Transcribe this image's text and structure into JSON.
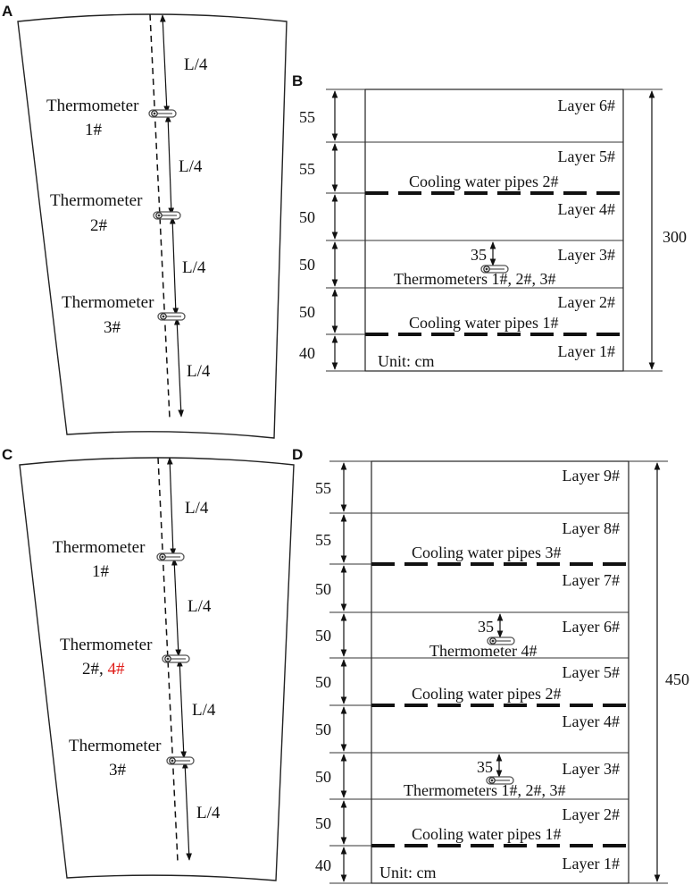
{
  "panels": {
    "A": {
      "letter": "A",
      "segment_labels": [
        "L/4",
        "L/4",
        "L/4",
        "L/4"
      ],
      "thermometers": [
        {
          "name": "Thermometer",
          "id": "1#"
        },
        {
          "name": "Thermometer",
          "id": "2#"
        },
        {
          "name": "Thermometer",
          "id": "3#"
        }
      ]
    },
    "B": {
      "letter": "B",
      "layers": [
        "Layer 6#",
        "Layer 5#",
        "Layer 4#",
        "Layer 3#",
        "Layer 2#",
        "Layer 1#"
      ],
      "dims": [
        "55",
        "55",
        "50",
        "50",
        "50",
        "40"
      ],
      "total": "300",
      "pipes": [
        "Cooling water pipes 2#",
        "Cooling water pipes 1#"
      ],
      "thermometer_offset": "35",
      "thermometer_label": "Thermometers 1#, 2#, 3#",
      "unit": "Unit: cm"
    },
    "C": {
      "letter": "C",
      "segment_labels": [
        "L/4",
        "L/4",
        "L/4",
        "L/4"
      ],
      "thermometers": [
        {
          "name": "Thermometer",
          "id": "1#"
        },
        {
          "name": "Thermometer",
          "id": "2#, ",
          "id_extra": "4#"
        },
        {
          "name": "Thermometer",
          "id": "3#"
        }
      ],
      "highlight_color": "#e0201c"
    },
    "D": {
      "letter": "D",
      "layers": [
        "Layer 9#",
        "Layer 8#",
        "Layer 7#",
        "Layer 6#",
        "Layer 5#",
        "Layer 4#",
        "Layer 3#",
        "Layer 2#",
        "Layer 1#"
      ],
      "dims": [
        "55",
        "55",
        "50",
        "50",
        "50",
        "50",
        "50",
        "50",
        "40"
      ],
      "total": "450",
      "pipes": [
        "Cooling water pipes 3#",
        "Cooling water pipes 2#",
        "Cooling water pipes 1#"
      ],
      "thermometer_offset": "35",
      "thermometer_offset_2": "35",
      "thermometer_4_label": "Thermometer 4#",
      "thermometer_label": "Thermometers 1#, 2#, 3#",
      "unit": "Unit: cm",
      "highlight_color": "#e0201c"
    }
  }
}
